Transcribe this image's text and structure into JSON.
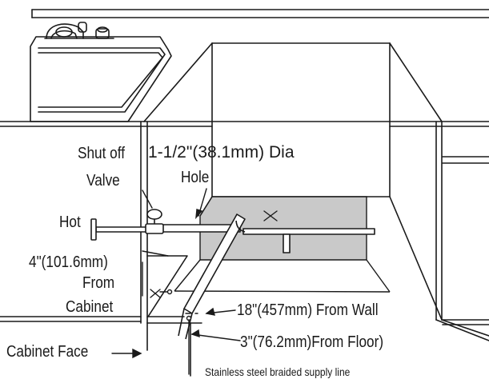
{
  "labels": {
    "shut_off": "Shut off",
    "valve": "Valve",
    "hole_dia": "1-1/2\"(38.1mm) Dia",
    "hole": "Hole",
    "hot": "Hot",
    "from_cabinet_dim": "4\"(101.6mm)",
    "from_cabinet_1": "From",
    "from_cabinet_2": "Cabinet",
    "from_wall": "18\"(457mm) From Wall",
    "from_floor": "3\"(76.2mm)From Floor)",
    "cabinet_face": "Cabinet Face",
    "supply_line": "Stainless steel braided supply line"
  },
  "colors": {
    "line": "#1a1a1a",
    "shade": "#c9c9c9",
    "background": "#ffffff"
  }
}
